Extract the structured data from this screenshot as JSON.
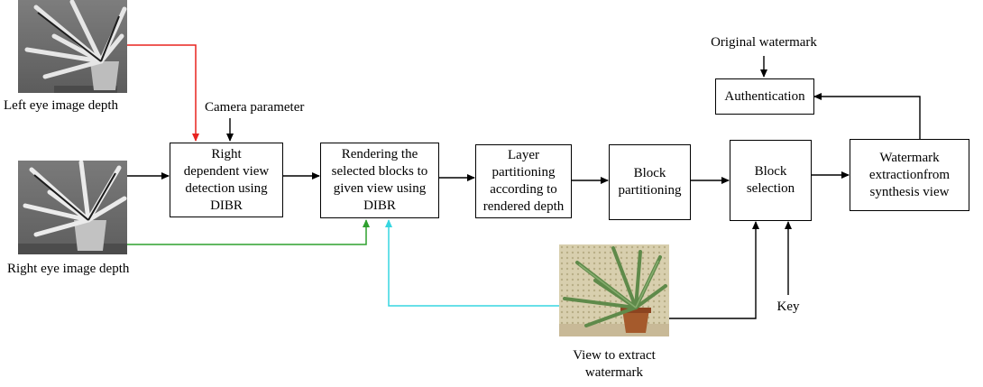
{
  "diagram": {
    "inputs": {
      "left_eye_depth_label": "Left eye image depth",
      "right_eye_depth_label": "Right eye image depth",
      "camera_parameter_label": "Camera parameter",
      "view_to_extract_label": "View to extract\nwatermark",
      "original_watermark_label": "Original watermark",
      "key_label": "Key"
    },
    "blocks": {
      "right_view_detection": "Right\ndependent  view\ndetection using\nDIBR",
      "rendering": "Rendering the\nselected blocks to\ngiven view using\nDIBR",
      "layer_partitioning": "Layer\npartitioning\naccording to\nrendered depth",
      "block_partitioning": "Block\npartitioning",
      "block_selection": "Block\nselection",
      "watermark_extraction": "Watermark\nextractionfrom\nsynthesis view",
      "authentication": "Authentication"
    },
    "arrow_colors": {
      "left_depth_to_detection": "#e8231f",
      "right_depth_to_rendering": "#2ea02e",
      "view_to_rendering": "#37d6e0",
      "default": "#000000"
    }
  }
}
